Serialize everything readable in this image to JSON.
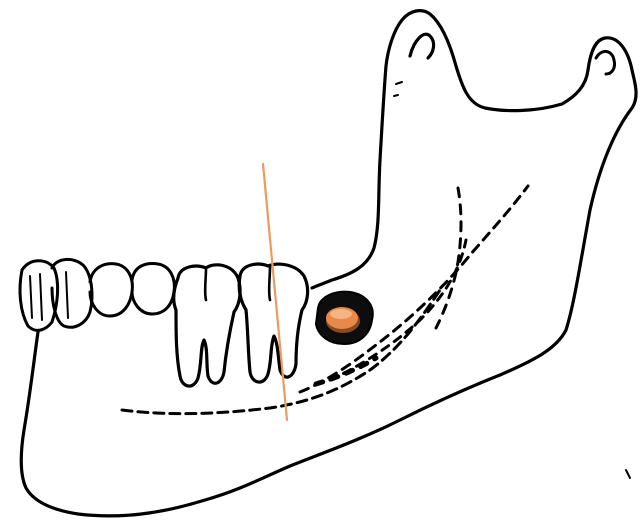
{
  "colors": {
    "ink": "#000000",
    "background": "#ffffff",
    "guide_line": "#ee9a5e",
    "marker_fill": "#e8894a",
    "marker_highlight": "#f4b483",
    "lesion_fill": "#0d0d0d"
  },
  "figure": {
    "subject": "mandible-lateral-view",
    "elements": [
      "mandible-outline",
      "teeth-row",
      "mandibular-canal",
      "lesion-with-marker",
      "reference-line"
    ]
  }
}
